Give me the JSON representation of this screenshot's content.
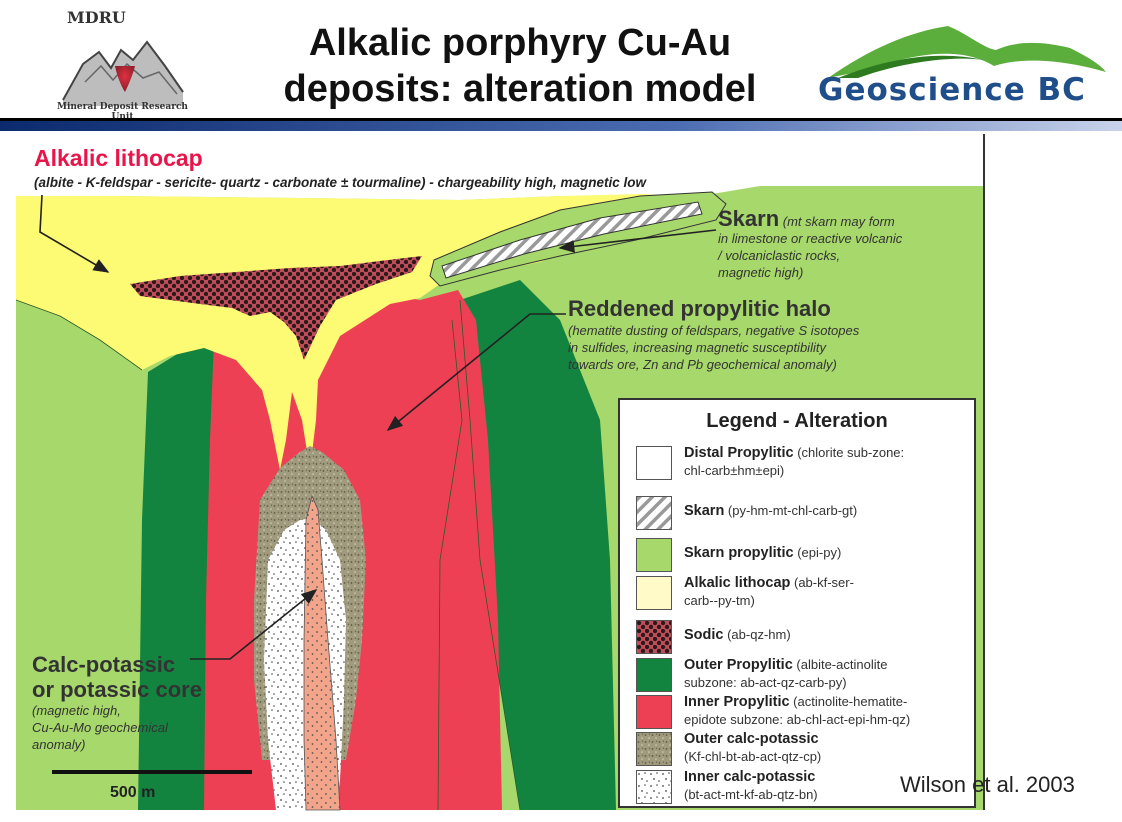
{
  "header": {
    "mdru_logo_text": "MDRU",
    "mdru_logo_subtext": "Mineral Deposit Research Unit",
    "title_line1": "Alkalic porphyry Cu-Au",
    "title_line2": "deposits: alteration model",
    "geoscience_logo_text": "Geoscience BC"
  },
  "labels": {
    "lithocap_title": "Alkalic lithocap",
    "lithocap_desc": "(albite - K-feldspar - sericite- quartz - carbonate ± tourmaline) - chargeability high, magnetic low",
    "skarn_title": "Skarn",
    "skarn_desc_1": " (mt skarn may form",
    "skarn_desc_2": "in limestone or reactive volcanic",
    "skarn_desc_3": "/ volcaniclastic rocks,",
    "skarn_desc_4": "magnetic high)",
    "halo_title": "Reddened propylitic halo",
    "halo_desc_1": "(hematite dusting of feldspars, negative S isotopes",
    "halo_desc_2": "in sulfides, increasing magnetic susceptibility",
    "halo_desc_3": "towards ore, Zn and Pb geochemical anomaly)",
    "core_title_1": "Calc-potassic",
    "core_title_2": "or potassic core",
    "core_desc_1": "(magnetic high,",
    "core_desc_2": "Cu-Au-Mo geochemical",
    "core_desc_3": "anomaly)"
  },
  "legend": {
    "title": "Legend - Alteration",
    "items": [
      {
        "name": "Distal Propylitic",
        "detail_1": " (chlorite sub-zone:",
        "detail_2": "chl-carb±hm±epi)",
        "pattern": "white"
      },
      {
        "name": "Skarn",
        "detail_1": " (py-hm-mt-chl-carb-gt)",
        "detail_2": "",
        "pattern": "hatch"
      },
      {
        "name": "Skarn propylitic",
        "detail_1": " (epi-py)",
        "detail_2": "",
        "pattern": "light-green"
      },
      {
        "name": "Alkalic lithocap",
        "detail_1": " (ab-kf-ser-",
        "detail_2": "carb--py-tm)",
        "pattern": "pale-yellow"
      },
      {
        "name": "Sodic",
        "detail_1": " (ab-qz-hm)",
        "detail_2": "",
        "pattern": "dots-on-red"
      },
      {
        "name": "Outer Propylitic",
        "detail_1": " (albite-actinolite",
        "detail_2": "subzone: ab-act-qz-carb-py)",
        "pattern": "dark-green"
      },
      {
        "name": "Inner Propylitic",
        "detail_1": " (actinolite-hematite-",
        "detail_2": "epidote subzone: ab-chl-act-epi-hm-qz)",
        "pattern": "red"
      },
      {
        "name": "Outer calc-potassic",
        "detail_1": "",
        "detail_2": "(Kf-chl-bt-ab-act-qtz-cp)",
        "pattern": "olive-speckle"
      },
      {
        "name": "Inner calc-potassic",
        "detail_1": "",
        "detail_2": "(bt-act-mt-kf-ab-qtz-bn)",
        "pattern": "white-speckle"
      }
    ]
  },
  "scale_bar_label": "500 m",
  "citation": "Wilson et al. 2003",
  "colors": {
    "lithocap": "#fdfa74",
    "skarn_propylitic": "#a7d86b",
    "outer_propylitic": "#13843f",
    "inner_propylitic": "#ee4054",
    "sodic_base": "#c14d5c",
    "outer_calc_potassic": "#a09a7e",
    "inner_calc_potassic": "#ffffff",
    "core_stem": "#f2a58b",
    "title_accent": "#e8154a",
    "gbc_blue": "#1f4e8a"
  }
}
